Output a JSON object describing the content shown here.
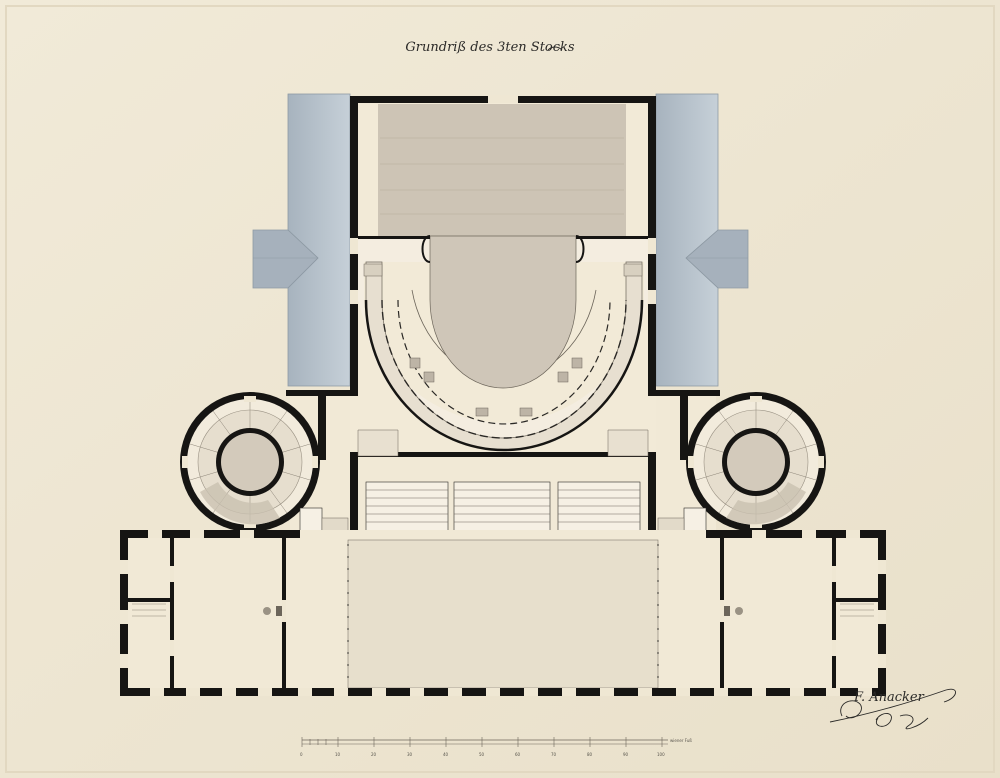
{
  "drawing": {
    "title": "Grundriß des 3ten Stocks",
    "signature": "F. Anacker",
    "scale_bar": {
      "label": "wiener Fuß",
      "ticks": [
        "0",
        "10",
        "20",
        "30",
        "40",
        "50",
        "60",
        "70",
        "80",
        "90",
        "100"
      ]
    },
    "colors": {
      "paper": "#efe7d3",
      "wall": "#161513",
      "auditorium_wash": "#cfc6b8",
      "roof_wash": "#b9c4ce"
    }
  }
}
